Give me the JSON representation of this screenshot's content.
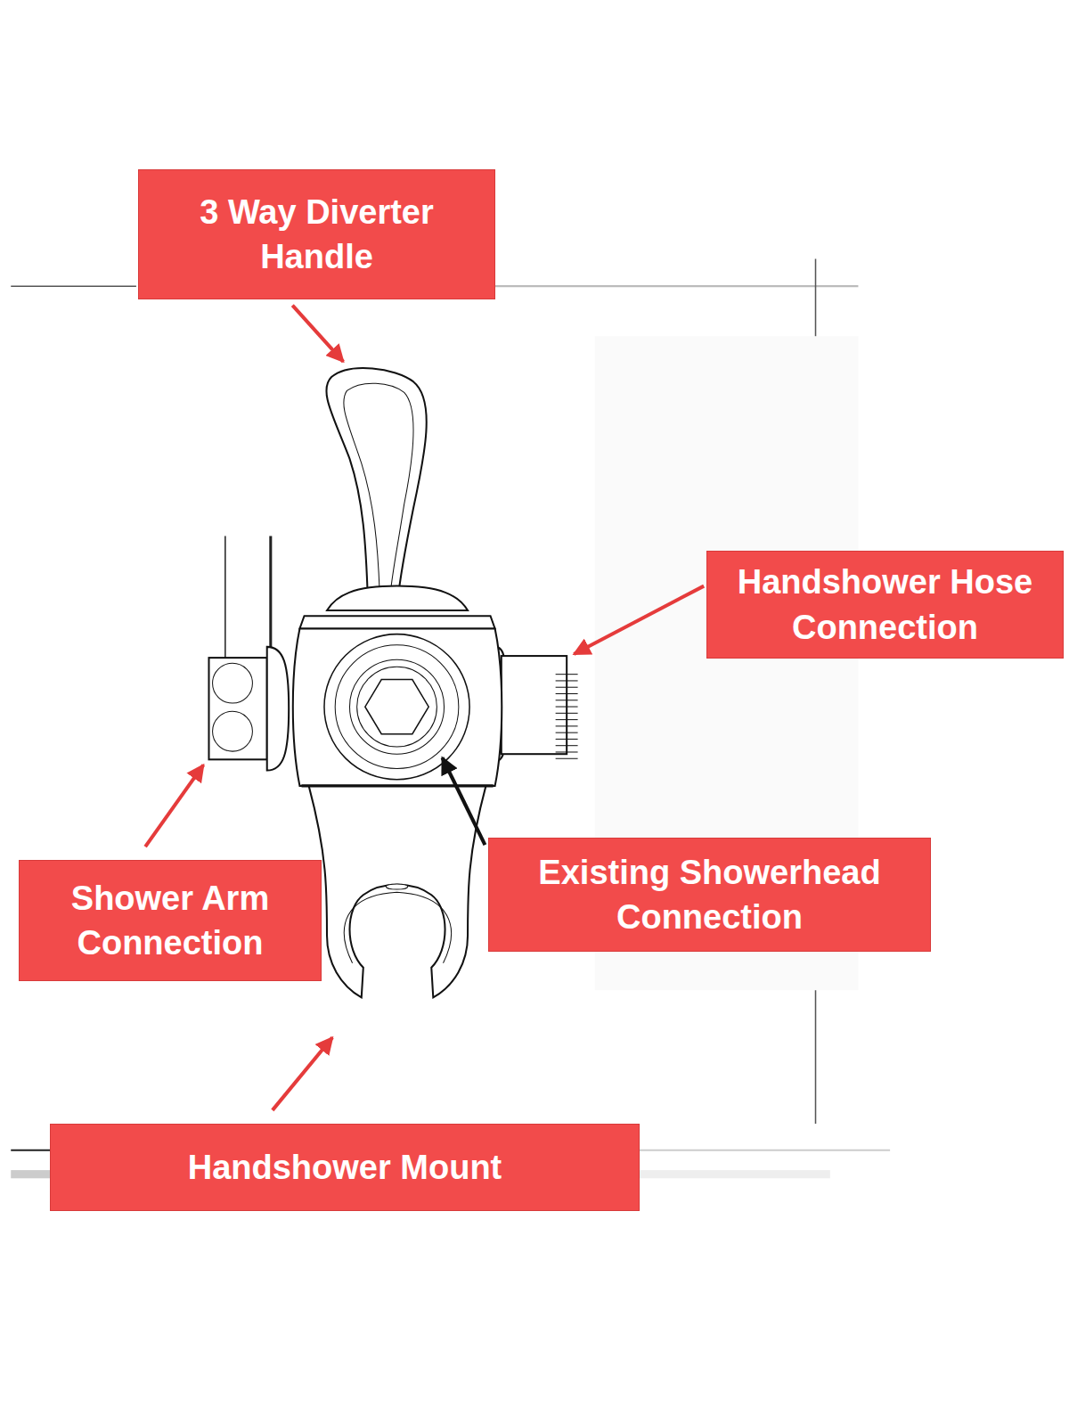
{
  "diagram": {
    "nodes": [
      {
        "text": [
          "3 Way Diverter Handle"
        ]
      },
      {
        "text": [
          "Handshower Hose Connection"
        ]
      },
      {
        "text": [
          "Existing Showerhead Connection"
        ]
      },
      {
        "text": [
          "Shower Arm Connection"
        ]
      },
      {
        "text": [
          "Handshower Mount"
        ]
      }
    ]
  }
}
